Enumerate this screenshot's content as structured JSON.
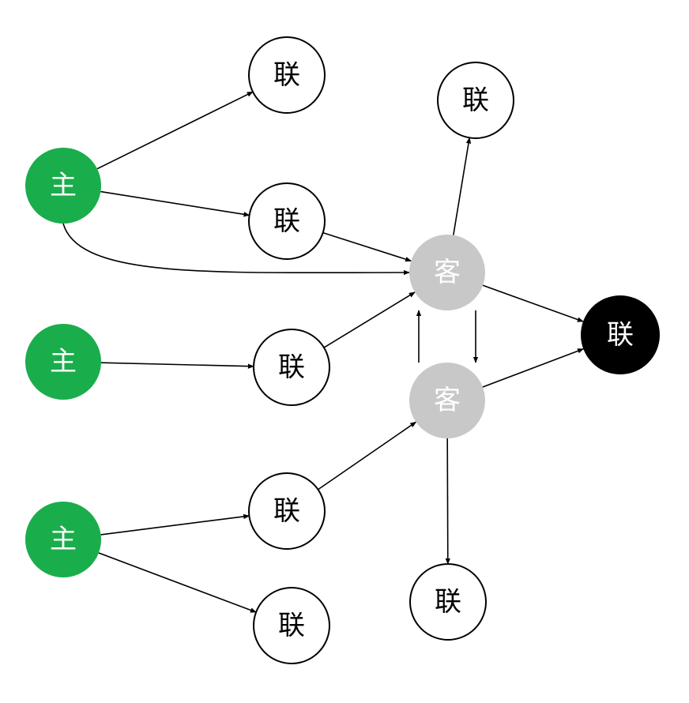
{
  "colors": {
    "main": "#1aad4b",
    "client": "#c8c8c8",
    "linked": "#ffffff",
    "target": "#000000",
    "stroke": "#000000",
    "edge": "#000000"
  },
  "nodes": [
    {
      "id": "main1",
      "label": "主",
      "kind": "main"
    },
    {
      "id": "main2",
      "label": "主",
      "kind": "main"
    },
    {
      "id": "main3",
      "label": "主",
      "kind": "main"
    },
    {
      "id": "lian_top1",
      "label": "联",
      "kind": "linked"
    },
    {
      "id": "lian_top2",
      "label": "联",
      "kind": "linked"
    },
    {
      "id": "lian_mid1",
      "label": "联",
      "kind": "linked"
    },
    {
      "id": "lian_mid2",
      "label": "联",
      "kind": "linked"
    },
    {
      "id": "lian_low1",
      "label": "联",
      "kind": "linked"
    },
    {
      "id": "lian_low2",
      "label": "联",
      "kind": "linked"
    },
    {
      "id": "lian_bottom",
      "label": "联",
      "kind": "linked"
    },
    {
      "id": "ke1",
      "label": "客",
      "kind": "client"
    },
    {
      "id": "ke2",
      "label": "客",
      "kind": "client"
    },
    {
      "id": "lian_target",
      "label": "联",
      "kind": "target"
    }
  ],
  "edges": [
    {
      "from": "main1",
      "to": "lian_top1"
    },
    {
      "from": "main1",
      "to": "lian_mid1"
    },
    {
      "from": "main1",
      "to": "ke1",
      "curved": true
    },
    {
      "from": "lian_mid1",
      "to": "ke1"
    },
    {
      "from": "main2",
      "to": "lian_mid2"
    },
    {
      "from": "lian_mid2",
      "to": "ke1"
    },
    {
      "from": "main3",
      "to": "lian_low1"
    },
    {
      "from": "main3",
      "to": "lian_low2"
    },
    {
      "from": "lian_low1",
      "to": "ke2"
    },
    {
      "from": "ke1",
      "to": "lian_top2"
    },
    {
      "from": "ke1",
      "to": "ke2"
    },
    {
      "from": "ke2",
      "to": "ke1"
    },
    {
      "from": "ke1",
      "to": "lian_target"
    },
    {
      "from": "ke2",
      "to": "lian_target"
    },
    {
      "from": "ke2",
      "to": "lian_bottom"
    }
  ]
}
